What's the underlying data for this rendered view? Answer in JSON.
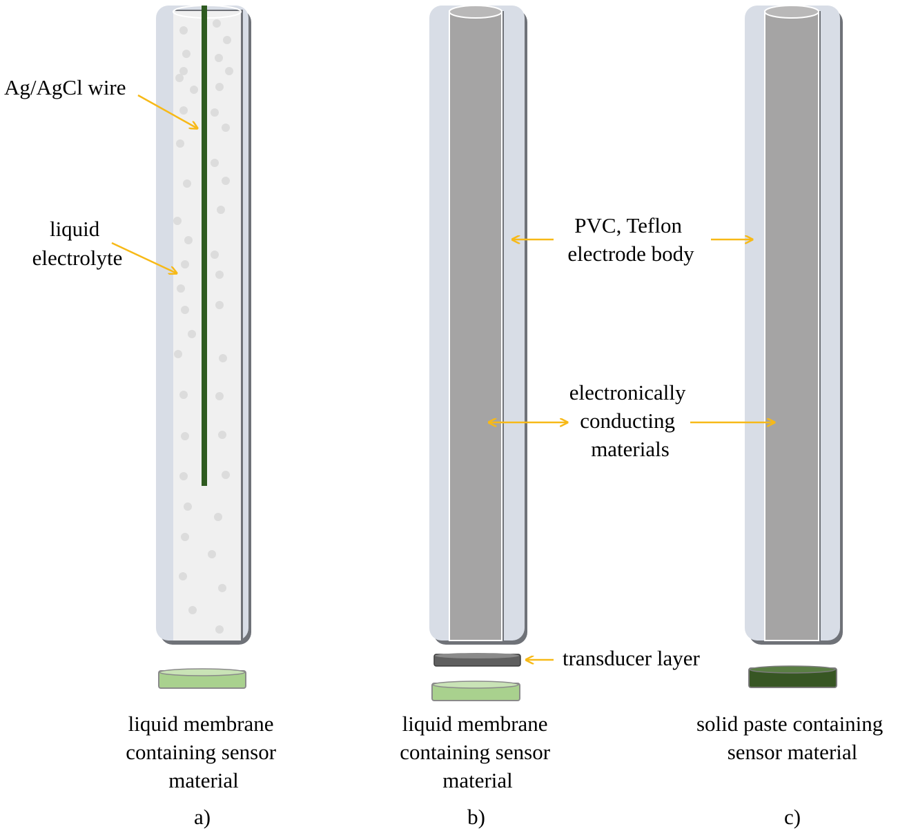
{
  "colors": {
    "tube_outer": "#d8dde6",
    "tube_outer_edge": "#c9ced8",
    "tube_shadow": "#6f7278",
    "electrolyte": "#f0f0f0",
    "bubble": "#dcdcdc",
    "wire": "#2e5a1f",
    "conductor": "#a5a4a4",
    "conductor_top": "#b9b8b8",
    "membrane_light": "#a9d18e",
    "membrane_dark": "#375623",
    "transducer": "#5f5f5f",
    "arrow": "#f7b917",
    "text": "#000000"
  },
  "labels": {
    "agcl_wire": "Ag/AgCl wire",
    "liquid_electrolyte": [
      "liquid",
      "electrolyte"
    ],
    "electrode_body": [
      "PVC, Teflon",
      "electrode body"
    ],
    "conducting_materials": [
      "electronically",
      "conducting",
      "materials"
    ],
    "transducer_layer": "transducer layer"
  },
  "electrodes": [
    {
      "id": "a",
      "caption": "a)",
      "membrane": [
        "liquid membrane",
        "containing sensor",
        "material"
      ]
    },
    {
      "id": "b",
      "caption": "b)",
      "membrane": [
        "liquid membrane",
        "containing sensor",
        "material"
      ]
    },
    {
      "id": "c",
      "caption": "c)",
      "membrane": [
        "solid paste containing",
        "sensor material"
      ]
    }
  ]
}
